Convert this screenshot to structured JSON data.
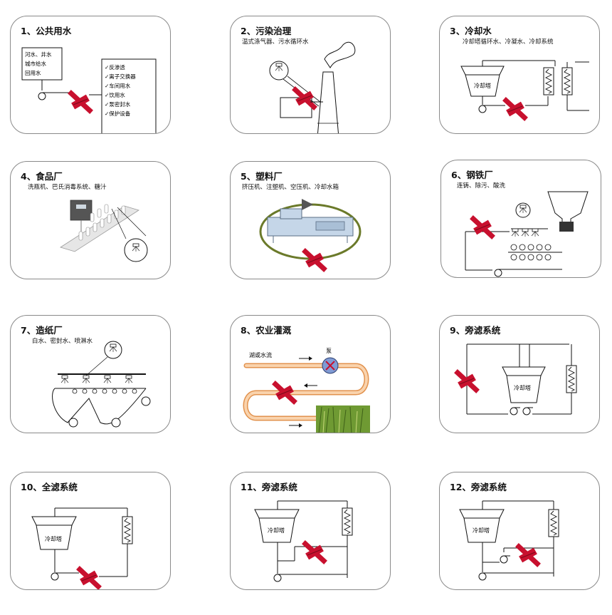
{
  "cards": [
    {
      "title": "1、公共用水",
      "sources": [
        "河水、井水",
        "城市给水",
        "回用水"
      ],
      "uses": [
        "✓反渗透",
        "✓离子交换器",
        "✓车间用水",
        "✓饮用水",
        "✓泵密封水",
        "✓保护设备"
      ]
    },
    {
      "title": "2、污染治理",
      "subtitle": "温式涤气器、污水循环水"
    },
    {
      "title": "3、冷却水",
      "subtitle": "冷却塔循环水、冷凝水、冷却系统",
      "tower": "冷却塔"
    },
    {
      "title": "4、食品厂",
      "subtitle": "洗瓶机、巴氏消毒系统、糖汁"
    },
    {
      "title": "5、塑料厂",
      "subtitle": "挤压机、注塑机、空压机、冷却水箱"
    },
    {
      "title": "6、钢铁厂",
      "subtitle": "连铸、除污、酸洗"
    },
    {
      "title": "7、造纸厂",
      "subtitle": "白水、密封水、喷淋水"
    },
    {
      "title": "8、农业灌溉",
      "stream": "湖或水流",
      "pump": "泵"
    },
    {
      "title": "9、旁滤系统",
      "tower": "冷却塔"
    },
    {
      "title": "10、全滤系统",
      "tower": "冷却塔"
    },
    {
      "title": "11、旁滤系统",
      "tower": "冷却塔"
    },
    {
      "title": "12、旁滤系统",
      "tower": "冷却塔"
    }
  ],
  "colors": {
    "filter": "#c8102e",
    "frame": "#8a8a8a",
    "pipe": "#f2b27a",
    "grass": "#5f8a2a"
  }
}
